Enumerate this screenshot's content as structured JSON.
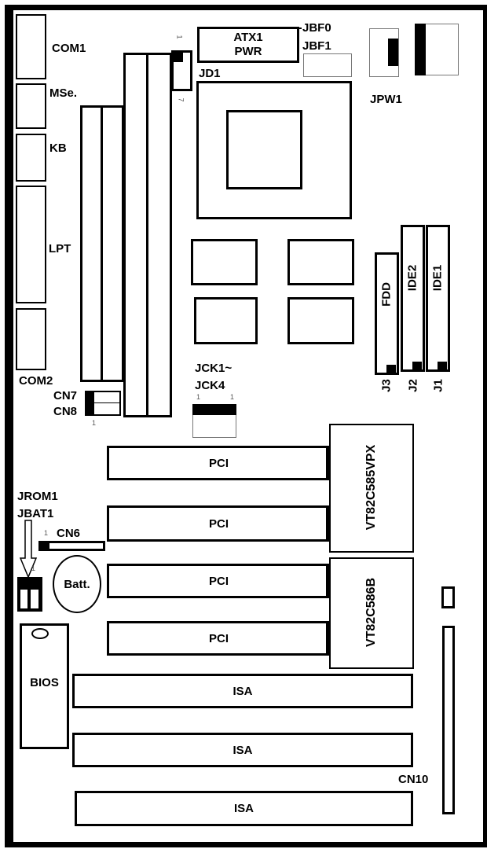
{
  "ports": {
    "com1": "COM1",
    "mouse": "MSe.",
    "kb": "KB",
    "lpt": "LPT",
    "com2": "COM2"
  },
  "jumpers": {
    "jbf0": "JBF0",
    "jbf1": "JBF1",
    "jpw1": "JPW1",
    "jd1": "JD1",
    "jck": "JCK1~",
    "jck4": "JCK4",
    "cn7": "CN7",
    "cn8": "CN8",
    "jrom1": "JROM1",
    "jbat1": "JBAT1",
    "cn6": "CN6",
    "cn10": "CN10"
  },
  "power": {
    "line1": "ATX1",
    "line2": "PWR"
  },
  "ide": {
    "fdd": "FDD",
    "ide2": "IDE2",
    "ide1": "IDE1",
    "j3": "J3",
    "j2": "J2",
    "j1": "J1"
  },
  "chips": {
    "north": "VT82C585VPX",
    "south": "VT82C586B",
    "bios": "BIOS",
    "battery": "Batt."
  },
  "slots": {
    "pci": [
      "PCI",
      "PCI",
      "PCI",
      "PCI"
    ],
    "isa": [
      "ISA",
      "ISA",
      "ISA"
    ]
  },
  "pins": {
    "one": "1",
    "seven": "7"
  }
}
